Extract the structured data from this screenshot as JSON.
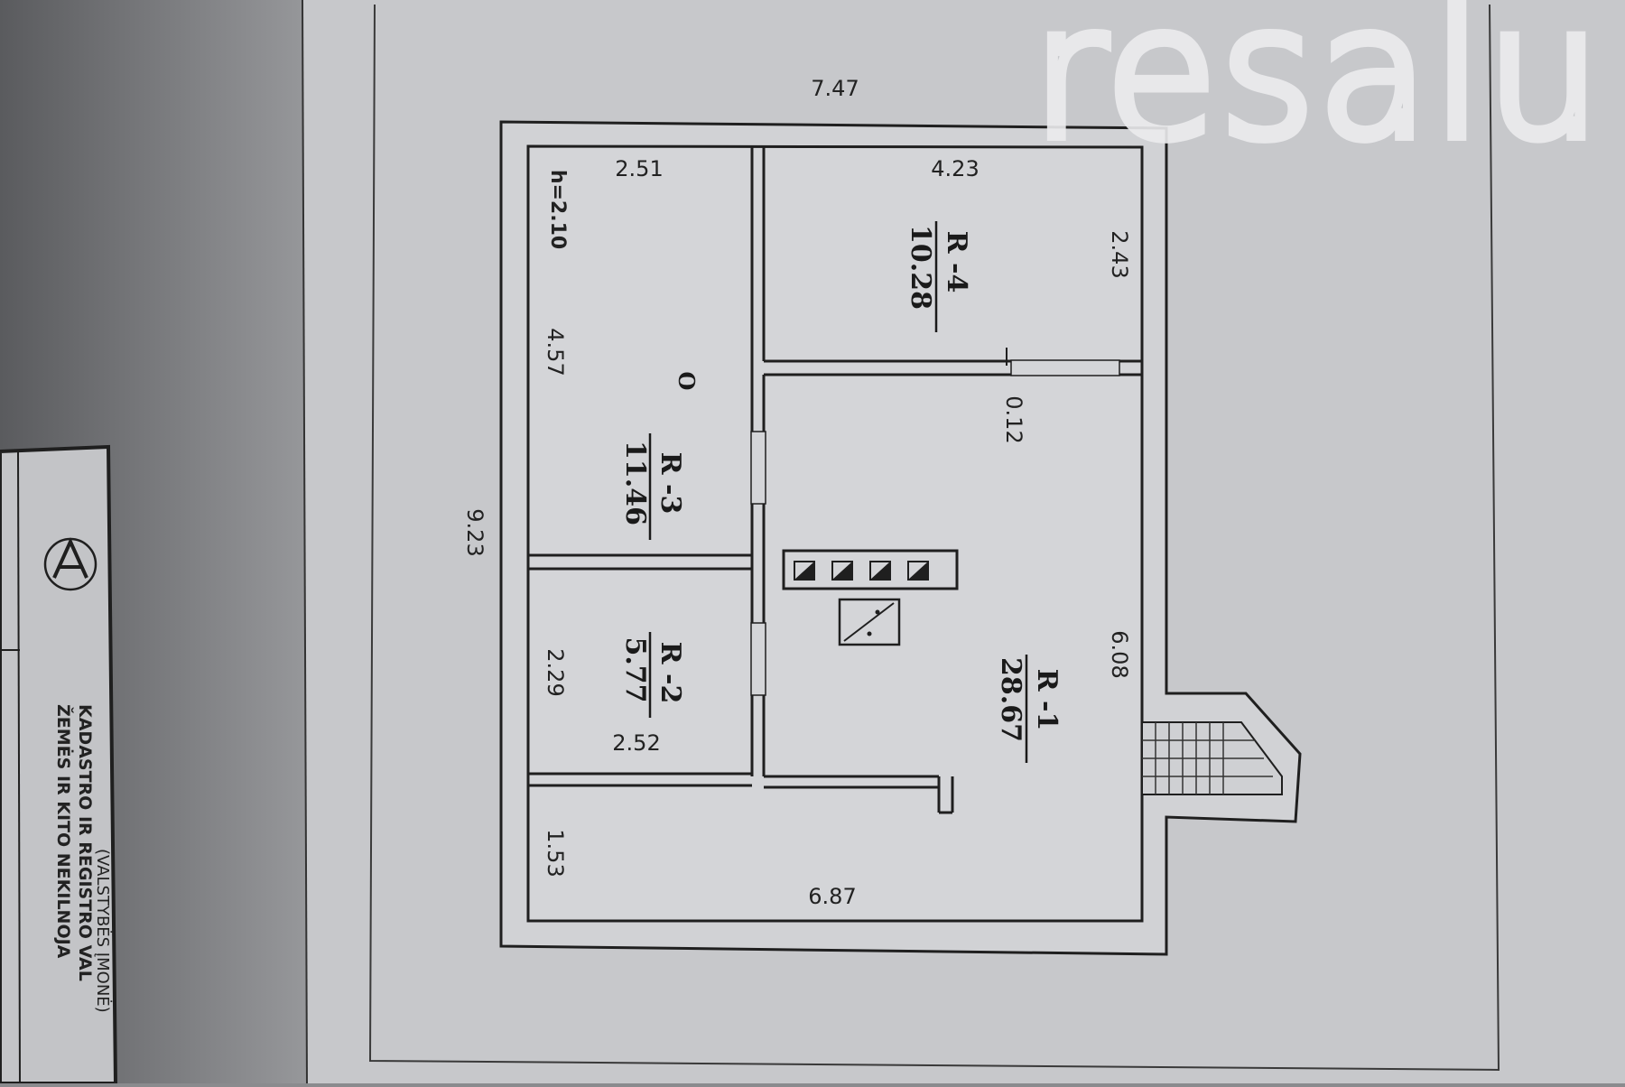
{
  "watermark": {
    "text": "resalu",
    "color": "#e9e9eb"
  },
  "colors": {
    "paper": "#cfd0d3",
    "line": "#2a2a2a",
    "background": "#8a8b8e"
  },
  "dimensions": {
    "top_outer": "7.47",
    "left_outer": "9.23",
    "r3_width": "2.51",
    "r3_height_label": "h=2.10",
    "r3_depth": "4.57",
    "r4_width": "4.23",
    "r4_depth": "2.43",
    "partition": "0.12",
    "r1_depth": "6.08",
    "r2_depth": "2.29",
    "r2_width": "2.52",
    "hall_depth": "1.53",
    "bottom_inner": "6.87"
  },
  "rooms": [
    {
      "id": "R-1",
      "code": "R -1",
      "area": "28.67"
    },
    {
      "id": "R-2",
      "code": "R -2",
      "area": "5.77"
    },
    {
      "id": "R-3",
      "code": "R -3",
      "area": "11.46"
    },
    {
      "id": "R-4",
      "code": "R -4",
      "area": "10.28"
    }
  ],
  "room_marker": "O",
  "stamp": {
    "line1": "ŽEMĖS IR KITO NEKILNOJA",
    "line2": "KADASTRO IR REGISTRO VAL",
    "line3": "(VALSTYBĖS ĮMONĖ)"
  }
}
